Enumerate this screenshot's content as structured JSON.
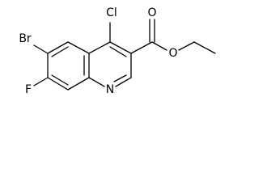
{
  "molecule": {
    "atoms": {
      "br": "Br",
      "cl": "Cl",
      "f": "F",
      "n": "N",
      "o_carbonyl": "O",
      "o_ester": "O"
    },
    "colors": {
      "bond": "#000000",
      "label": "#000000",
      "background": "#ffffff"
    }
  }
}
